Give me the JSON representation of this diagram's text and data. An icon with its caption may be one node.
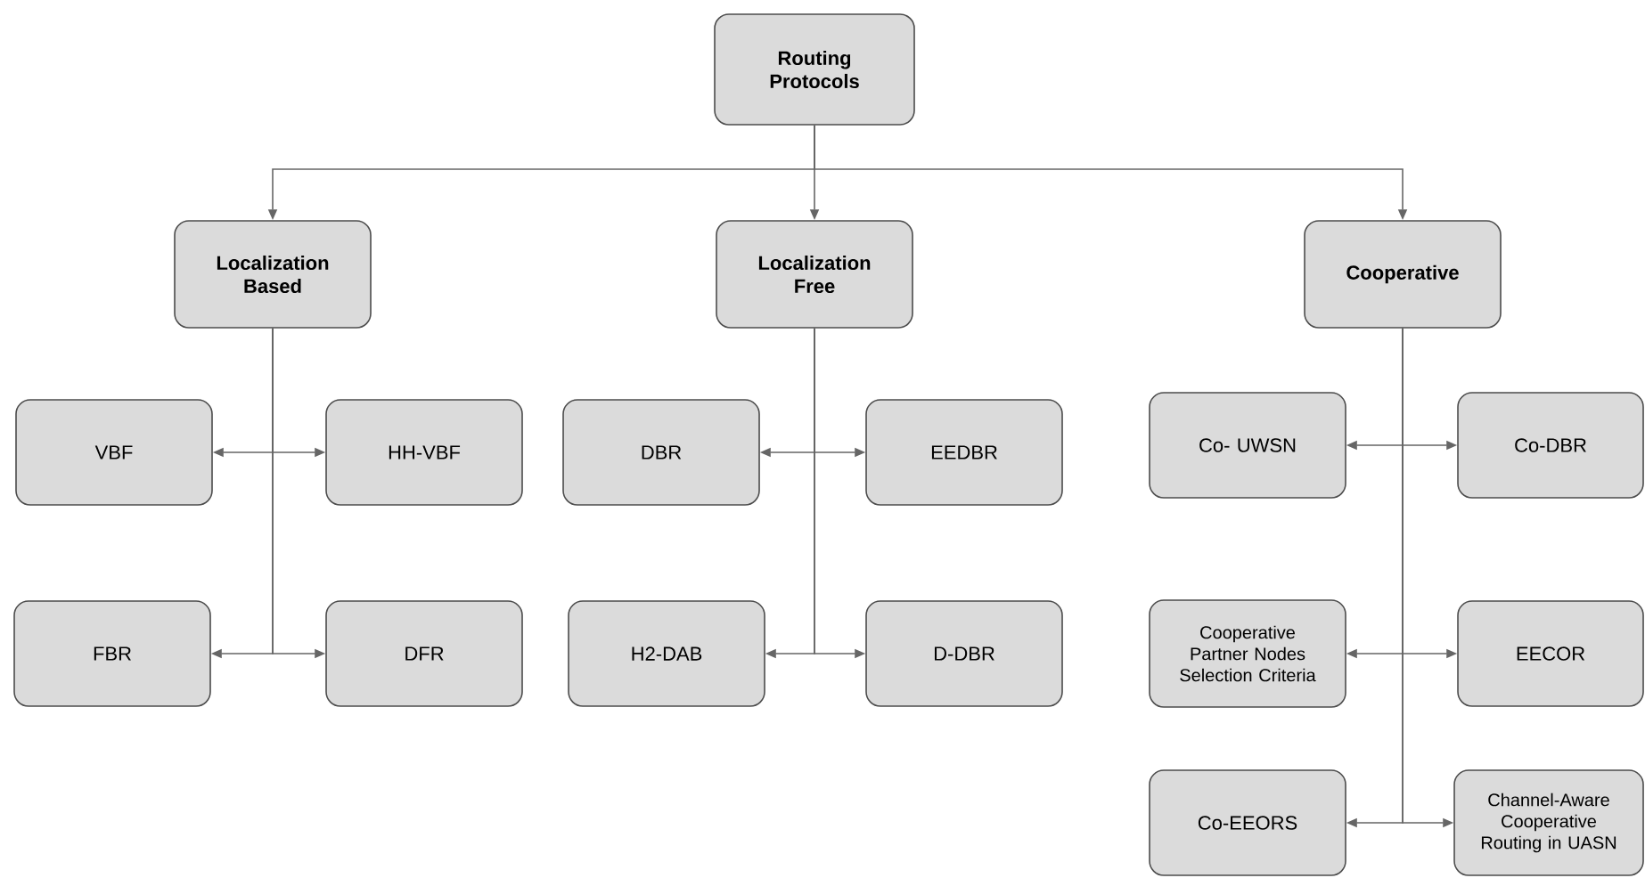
{
  "diagram": {
    "nodes": [
      {
        "text": [
          "Routing Protocols"
        ]
      },
      {
        "text": [
          "Localization Based"
        ]
      },
      {
        "text": [
          "Localization Free"
        ]
      },
      {
        "text": [
          "Cooperative"
        ]
      },
      {
        "text": [
          "VBF"
        ]
      },
      {
        "text": [
          "HH-VBF"
        ]
      },
      {
        "text": [
          "FBR"
        ]
      },
      {
        "text": [
          "DFR"
        ]
      },
      {
        "text": [
          "DBR"
        ]
      },
      {
        "text": [
          "EEDBR"
        ]
      },
      {
        "text": [
          "H2-DAB"
        ]
      },
      {
        "text": [
          "D-DBR"
        ]
      },
      {
        "text": [
          "Co- UWSN"
        ]
      },
      {
        "text": [
          "Co-DBR"
        ]
      },
      {
        "text": [
          "Cooperative Partner Nodes Selection Criteria"
        ]
      },
      {
        "text": [
          "EECOR"
        ]
      },
      {
        "text": [
          "Co-EEORS"
        ]
      },
      {
        "text": [
          "Channel-Aware Cooperative Routing in UASN"
        ]
      }
    ],
    "edges": [
      {
        "from": 0,
        "to": 1,
        "arrow": "to"
      },
      {
        "from": 0,
        "to": 2,
        "arrow": "to"
      },
      {
        "from": 0,
        "to": 3,
        "arrow": "to"
      },
      {
        "from": 1,
        "to": 4,
        "arrow": "to"
      },
      {
        "from": 1,
        "to": 5,
        "arrow": "to"
      },
      {
        "from": 1,
        "to": 6,
        "arrow": "to"
      },
      {
        "from": 1,
        "to": 7,
        "arrow": "to"
      },
      {
        "from": 2,
        "to": 8,
        "arrow": "to"
      },
      {
        "from": 2,
        "to": 9,
        "arrow": "to"
      },
      {
        "from": 2,
        "to": 10,
        "arrow": "to"
      },
      {
        "from": 2,
        "to": 11,
        "arrow": "to"
      },
      {
        "from": 3,
        "to": 12,
        "arrow": "to"
      },
      {
        "from": 3,
        "to": 13,
        "arrow": "to"
      },
      {
        "from": 3,
        "to": 14,
        "arrow": "to"
      },
      {
        "from": 3,
        "to": 15,
        "arrow": "to"
      },
      {
        "from": 3,
        "to": 16,
        "arrow": "to"
      },
      {
        "from": 3,
        "to": 17,
        "arrow": "to"
      }
    ]
  }
}
